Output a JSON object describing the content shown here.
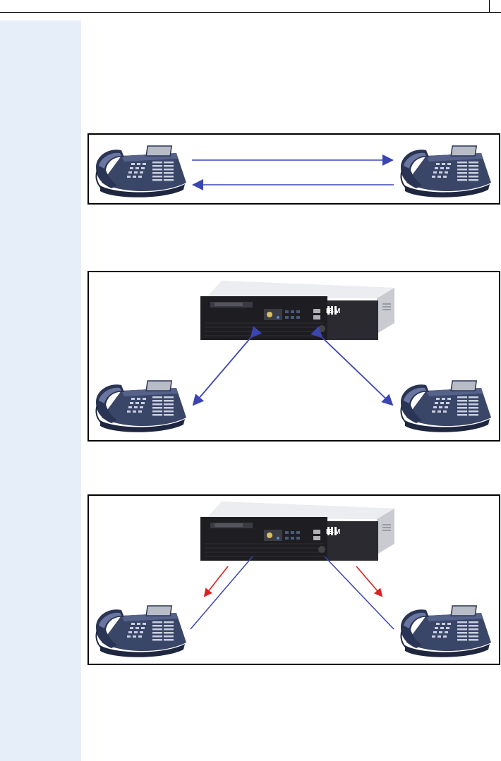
{
  "page": {
    "background": "#ffffff",
    "sidebar_color": "#e6eef9"
  },
  "diagrams": [
    {
      "id": "direct-connection",
      "nodes": [
        "phone-left",
        "phone-right"
      ],
      "links": [
        {
          "from": "phone-left",
          "to": "phone-right",
          "direction": "forward"
        },
        {
          "from": "phone-right",
          "to": "phone-left",
          "direction": "forward"
        }
      ]
    },
    {
      "id": "via-server",
      "nodes": [
        "server",
        "phone-left",
        "phone-right"
      ],
      "links": [
        {
          "from": "server",
          "to": "phone-left",
          "direction": "both"
        },
        {
          "from": "server",
          "to": "phone-right",
          "direction": "both"
        }
      ]
    },
    {
      "id": "server-signaling",
      "nodes": [
        "server",
        "phone-left",
        "phone-right"
      ],
      "links": [
        {
          "from": "server",
          "to": "phone-left",
          "style": "line"
        },
        {
          "from": "server",
          "to": "phone-right",
          "style": "line"
        }
      ],
      "signals": [
        {
          "toward": "phone-left"
        },
        {
          "toward": "phone-right"
        }
      ]
    }
  ],
  "colors": {
    "link_blue": "#3b45b0",
    "signal_red": "#e02020",
    "phone_body": "#3a4668",
    "phone_dark": "#1f2740",
    "server_front": "#1e1e22",
    "server_top": "#e6e7ea"
  },
  "icons": {
    "phone": "desk-telephone-icon",
    "server": "rack-server-icon",
    "brand": "IBM"
  }
}
